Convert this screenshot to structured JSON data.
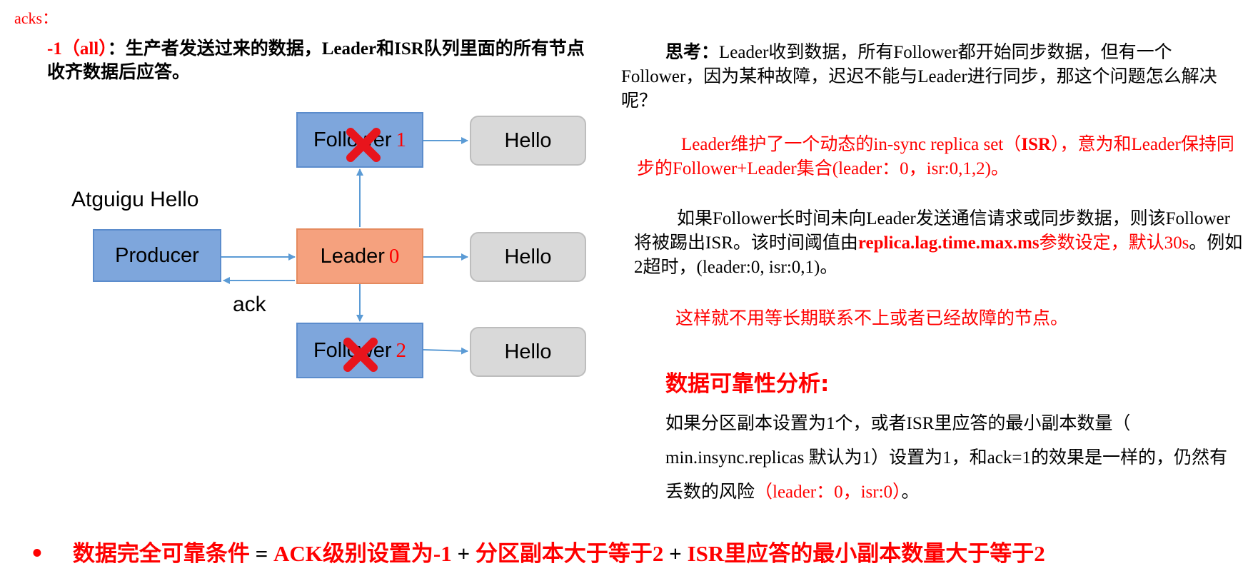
{
  "header": {
    "acks_label": "acks："
  },
  "left_paragraph": {
    "prefix": "-1（all）",
    "text": "：生产者发送过来的数据，Leader和ISR队列里面的所有节点收齐数据后应答。"
  },
  "diagram": {
    "atguigu_label": "Atguigu Hello",
    "producer_label": "Producer",
    "leader": {
      "label": "Leader",
      "id": "0"
    },
    "follower1": {
      "label": "Follower",
      "id": "1"
    },
    "follower2": {
      "label": "Follower",
      "id": "2"
    },
    "hello_label": "Hello",
    "ack_label": "ack",
    "colors": {
      "blue": "#7ea6dc",
      "orange": "#f5a17e",
      "gray": "#d9d9d9",
      "arrow": "#5b9bd5",
      "cross": "#e8141c"
    },
    "icons": [
      "red-x-icon"
    ]
  },
  "right": {
    "think_label": "思考：",
    "think_text": "Leader收到数据，所有Follower都开始同步数据，但有一个Follower，因为某种故障，迟迟不能与Leader进行同步，那这个问题怎么解决呢？",
    "isr_text_1": "Leader维护了一个动态的in-sync replica set（",
    "isr_bold": "ISR",
    "isr_text_2": "），意为和Leader保持同步的Follower+Leader集合(leader：0，isr:0,1,2)。",
    "follower_text_1": "如果Follower长时间未向Leader发送通信请求或同步数据，则该Follower将被踢出ISR。该时间阈值由",
    "follower_param": "replica.lag.time.max.ms",
    "follower_text_2": "参数设定，默认30s",
    "follower_text_3": "。例如2超时，(leader:0, isr:0,1)。",
    "no_wait_text": "这样就不用等长期联系不上或者已经故障的节点。",
    "reliability_title": "数据可靠性分析:",
    "analysis_text_1": "如果分区副本设置为1个，或者ISR里应答的最小副本数量（ min.insync.replicas 默认为1）设置为1，和ack=1的效果是一样的，仍然有丢数的风险",
    "analysis_text_2": "（leader：0，isr:0）",
    "analysis_text_3": "。"
  },
  "bottom": {
    "bullet": "•",
    "title": "数据完全可靠条件",
    "eq": " = ",
    "cond1": "ACK级别设置为-1",
    "plus1": " + ",
    "cond2": "分区副本大于等于2",
    "plus2": " + ",
    "cond3": "ISR里应答的最小副本数量大于等于2"
  }
}
